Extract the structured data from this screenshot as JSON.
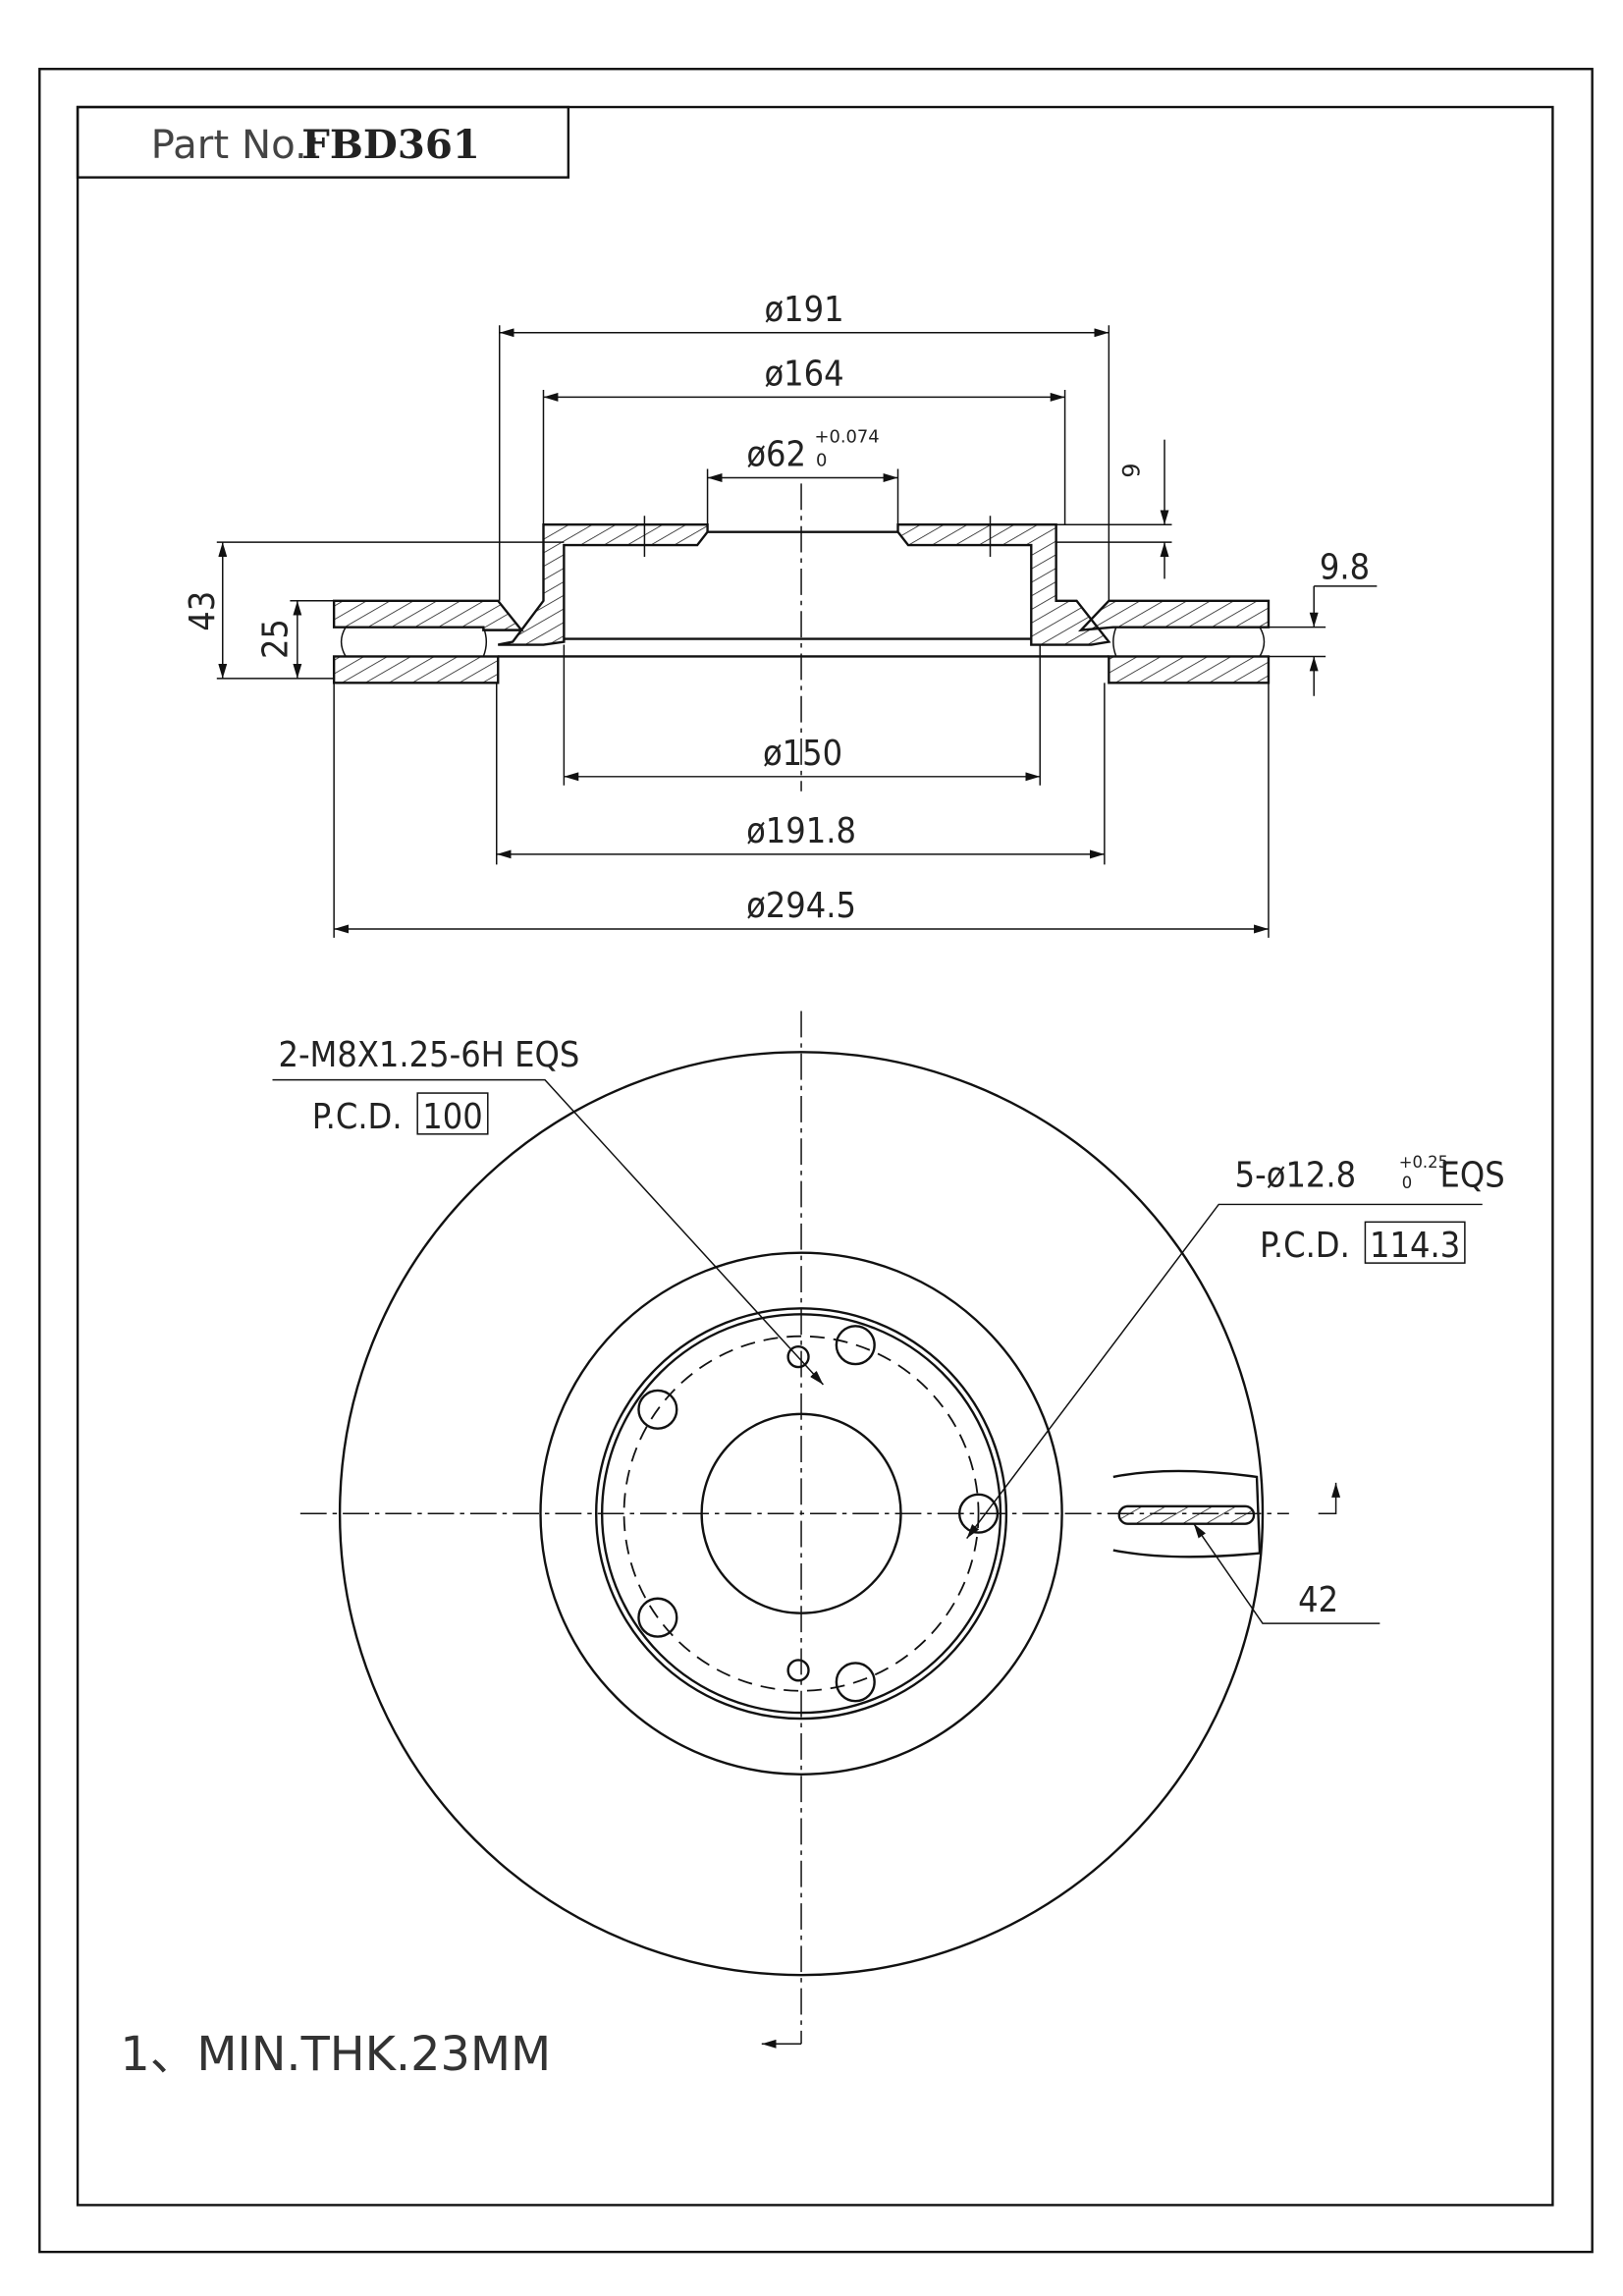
{
  "title_block": {
    "label": "Part No.:",
    "part_number": "FBD361"
  },
  "section_view": {
    "dims": {
      "d191": "ø191",
      "d164": "ø164",
      "d62": "ø62",
      "d62_tol_upper": "+0.074",
      "d62_tol_lower": "0",
      "d150": "ø150",
      "d191_8": "ø191.8",
      "d294_5": "ø294.5",
      "h43": "43",
      "h25": "25",
      "h9": "9",
      "t9_8": "9.8"
    }
  },
  "front_view": {
    "thread_note": "2-M8X1.25-6H EQS",
    "thread_pcd_label": "P.C.D.",
    "thread_pcd_value": "100",
    "hole_note": "5-ø12.8",
    "hole_tol_upper": "+0.25",
    "hole_tol_lower": "0",
    "hole_note_suffix": "EQS",
    "hole_pcd_label": "P.C.D.",
    "hole_pcd_value": "114.3",
    "slot_dim": "42"
  },
  "notes": {
    "note1": "1、MIN.THK.23MM"
  }
}
